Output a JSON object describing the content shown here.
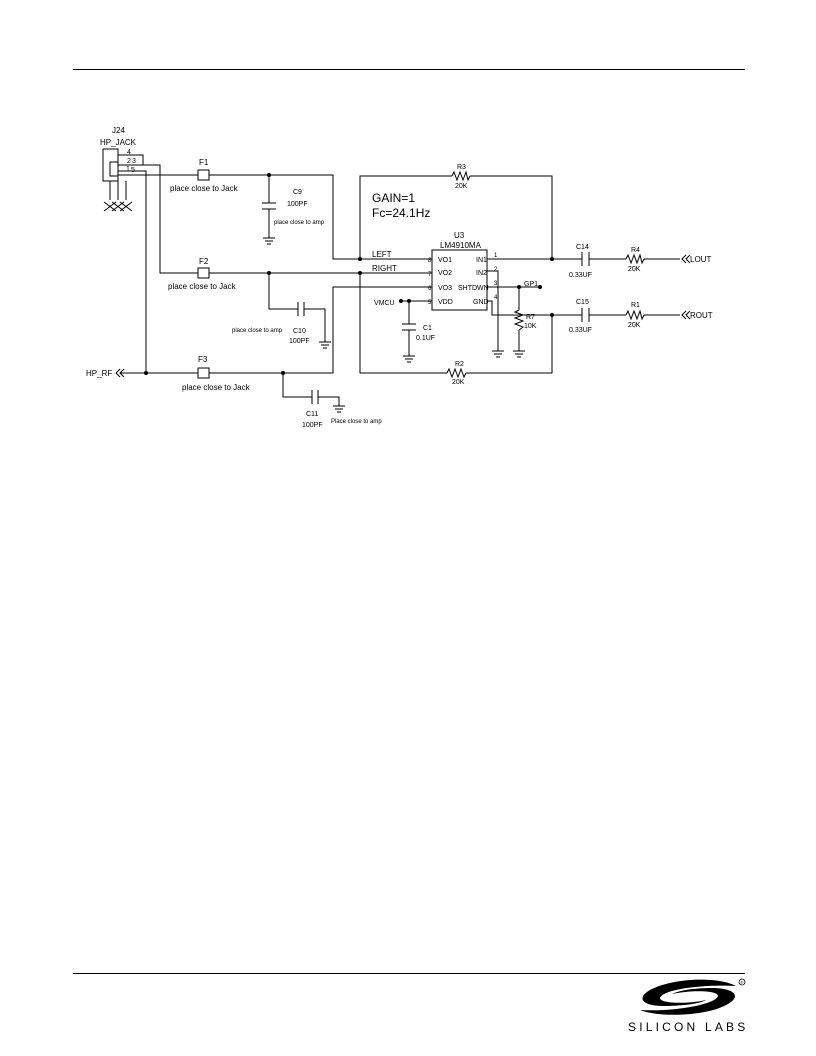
{
  "labels": {
    "j24_ref": "J24",
    "j24_name": "HP_JACK",
    "j24_pins": [
      "4",
      "2",
      "3",
      "1",
      "5"
    ],
    "f1": "F1",
    "f2": "F2",
    "f3": "F3",
    "place_jack_1": "place close to Jack",
    "place_jack_2": "place close to Jack",
    "place_jack_3": "place close to Jack",
    "c9_ref": "C9",
    "c9_val": "100PF",
    "c9_note": "place close to amp",
    "c10_ref": "C10",
    "c10_val": "100PF",
    "c10_note": "place close to amp",
    "c11_ref": "C11",
    "c11_val": "100PF",
    "c11_note": "Place close to amp",
    "r3_ref": "R3",
    "r3_val": "20K",
    "r2_ref": "R2",
    "r2_val": "20K",
    "gain": "GAIN=1",
    "fc": "Fc=24.1Hz",
    "u3_ref": "U3",
    "u3_part": "LM4910MA",
    "net_left": "LEFT",
    "net_right": "RIGHT",
    "net_vmcu": "VMCU",
    "pin_vo1": "VO1",
    "pin_vo2": "VO2",
    "pin_vo3": "VO3",
    "pin_vdd": "VDD",
    "pin_in1": "IN1",
    "pin_in2": "IN2",
    "pin_shtdwn": "SHTDWN",
    "pin_gnd": "GND",
    "pin_num_8": "8",
    "pin_num_7": "7",
    "pin_num_6": "6",
    "pin_num_5": "5",
    "pin_num_1": "1",
    "pin_num_2": "2",
    "pin_num_3": "3",
    "pin_num_4": "4",
    "gp1": "GP1",
    "c1_ref": "C1",
    "c1_val": "0.1UF",
    "r7_ref": "R7",
    "r7_val": "10K",
    "c14_ref": "C14",
    "c14_val": "0.33UF",
    "c15_ref": "C15",
    "c15_val": "0.33UF",
    "r4_ref": "R4",
    "r4_val": "20K",
    "r1_ref": "R1",
    "r1_val": "20K",
    "lout": "LOUT",
    "rout": "ROUT",
    "hp_rf": "HP_RF"
  },
  "footer": {
    "company": "SILICON LABS",
    "registered_mark": "®"
  },
  "colors": {
    "ink": "#000000",
    "background": "#ffffff"
  }
}
